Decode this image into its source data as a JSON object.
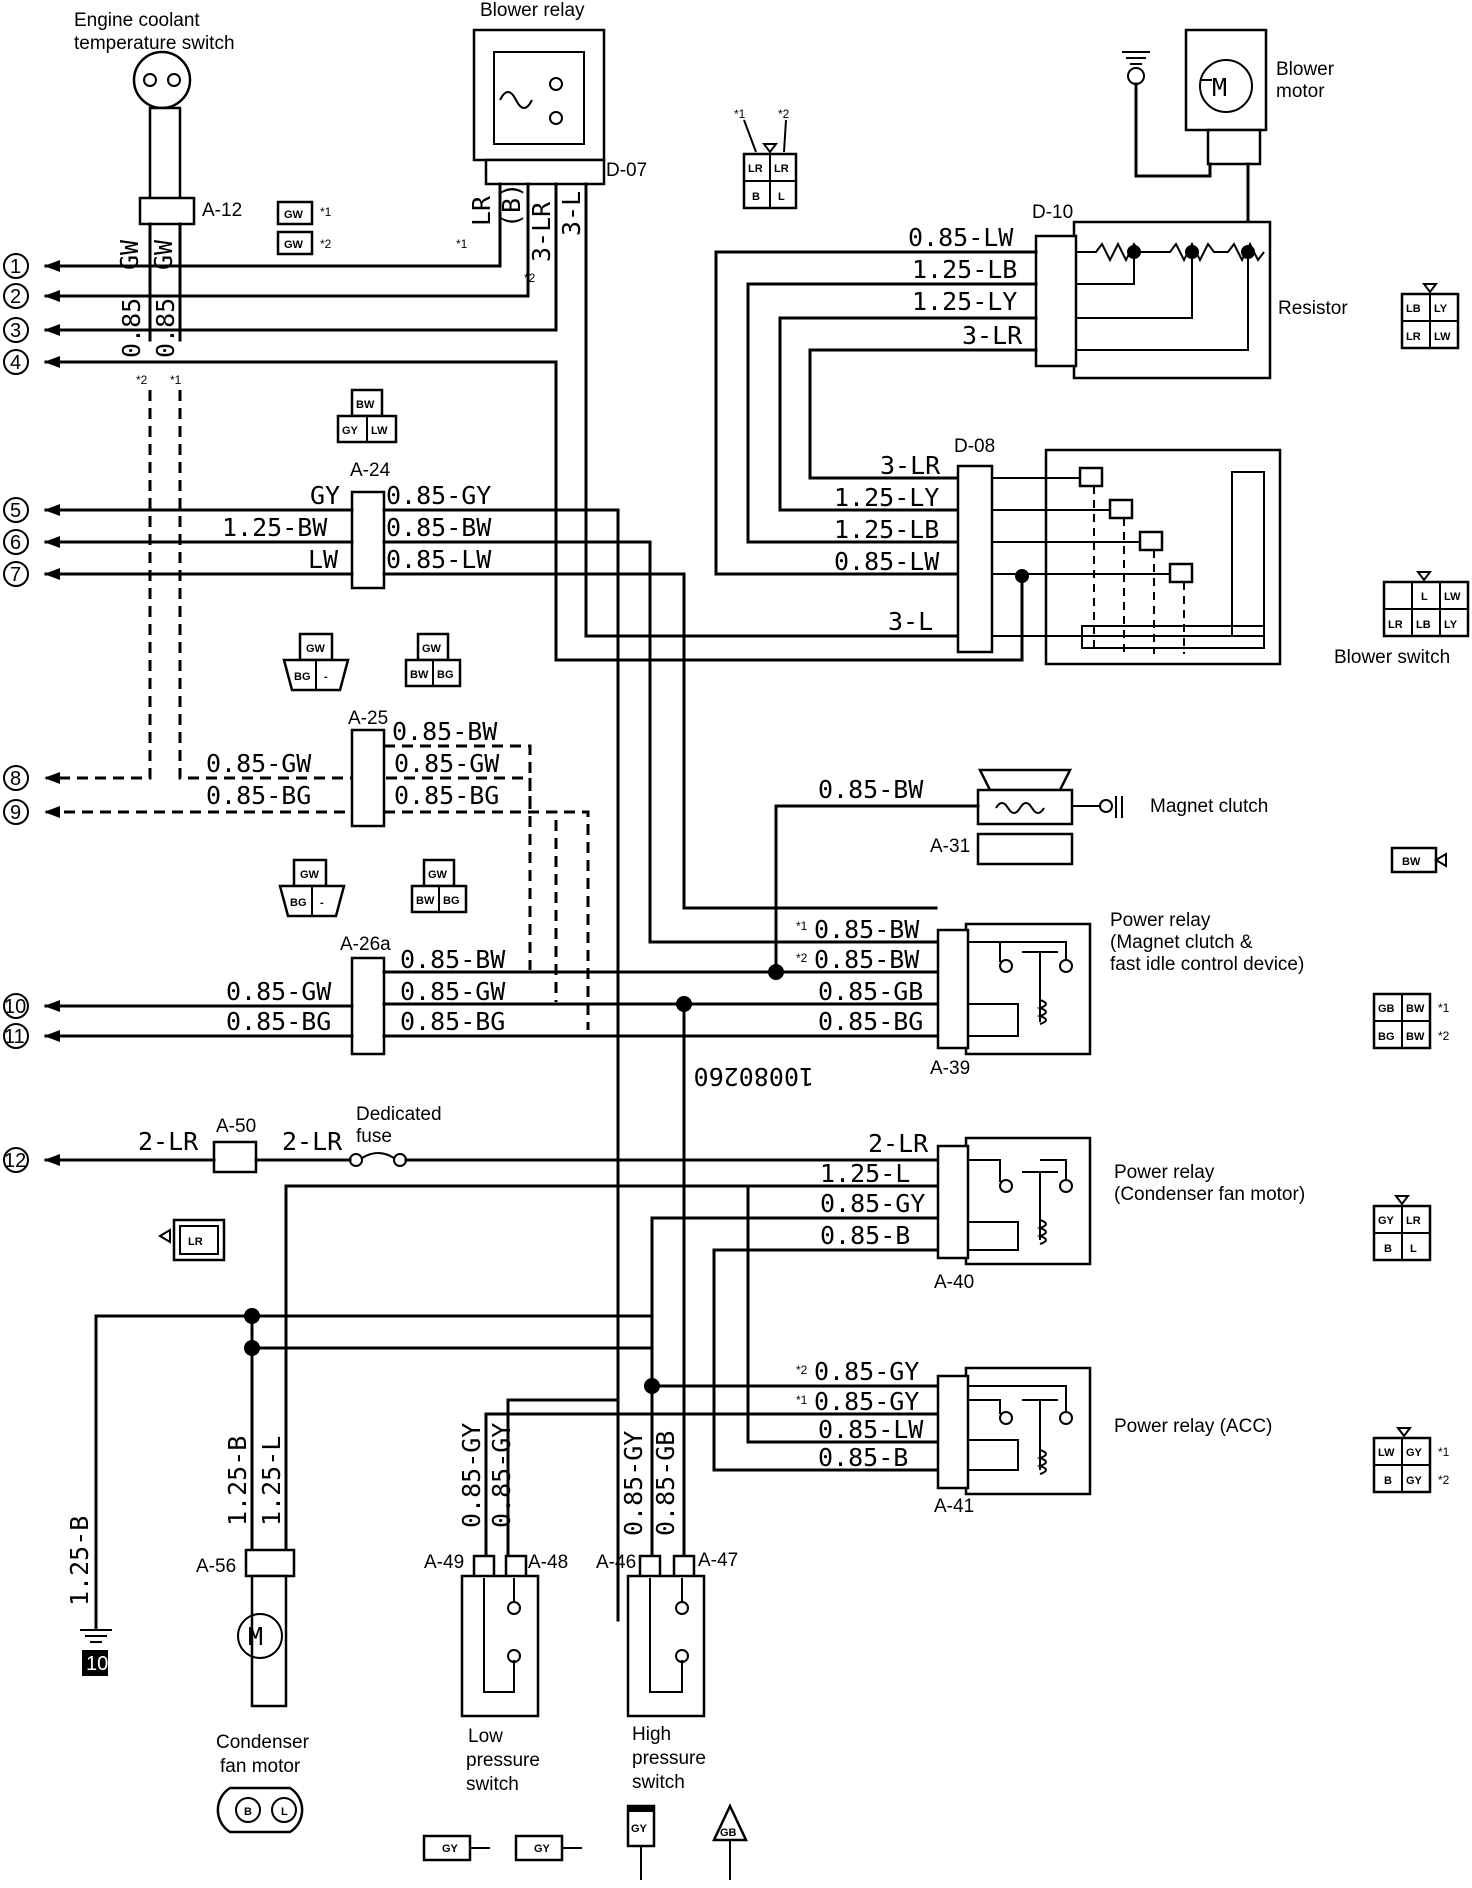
{
  "components": {
    "ect_switch": "Engine coolant temperature switch",
    "blower_relay": "Blower relay",
    "blower_motor": "Blower motor",
    "resistor": "Resistor",
    "blower_switch": "Blower switch",
    "magnet_clutch": "Magnet clutch",
    "power_relay_mc": "Power relay (Magnet clutch & fast idle control device)",
    "power_relay_cfm": "Power relay (Condenser fan motor)",
    "power_relay_acc": "Power relay (ACC)",
    "dedicated_fuse": "Dedicated fuse",
    "condenser_fan_motor": "Condenser fan motor",
    "low_pressure_switch": "Low pressure switch",
    "high_pressure_switch": "High pressure switch"
  },
  "connectors": [
    "A-12",
    "D-07",
    "D-10",
    "D-08",
    "A-24",
    "A-25",
    "A-26a",
    "A-31",
    "A-39",
    "A-40",
    "A-41",
    "A-50",
    "A-56",
    "A-49",
    "A-48",
    "A-46",
    "A-47"
  ],
  "wires": {
    "gw1": "GW",
    "gw2": "GW",
    "v085_2": "0.85",
    "v085_1": "0.85",
    "d07_lr": "LR",
    "d07_b": "(B)",
    "d07_3lr": "3-LR",
    "d07_3l": "3-L",
    "d10_1": "0.85-LW",
    "d10_2": "1.25-LB",
    "d10_3": "1.25-LY",
    "d10_4": "3-LR",
    "d08_1": "3-LR",
    "d08_2": "1.25-LY",
    "d08_3": "1.25-LB",
    "d08_4": "0.85-LW",
    "d08_5": "3-L",
    "a24_l1": "GY",
    "a24_l2": "1.25-BW",
    "a24_l3": "LW",
    "a24_r1": "0.85-GY",
    "a24_r2": "0.85-BW",
    "a24_r3": "0.85-LW",
    "a25_r1": "0.85-BW",
    "a25_r2": "0.85-GW",
    "a25_r3": "0.85-BG",
    "a25_l2": "0.85-GW",
    "a25_l3": "0.85-BG",
    "a31": "0.85-BW",
    "a26_l1": "0.85-GW",
    "a26_l2": "0.85-BG",
    "a26_r1": "0.85-BW",
    "a26_r2": "0.85-GW",
    "a26_r3": "0.85-BG",
    "a39_1": "0.85-BW",
    "a39_2": "0.85-BW",
    "a39_3": "0.85-GB",
    "a39_4": "0.85-BG",
    "a50_l": "2-LR",
    "a50_r": "2-LR",
    "a40_1": "2-LR",
    "a40_2": "1.25-L",
    "a40_3": "0.85-GY",
    "a40_4": "0.85-B",
    "a41_1": "0.85-GY",
    "a41_2": "0.85-GY",
    "a41_3": "0.85-LW",
    "a41_4": "0.85-B",
    "gnd_wire": "1.25-B",
    "cfm_b": "1.25-B",
    "cfm_l": "1.25-L",
    "lps_1": "0.85-GY",
    "lps_2": "0.85-GY",
    "hps_1": "0.85-GY",
    "hps_2": "0.85-GB"
  },
  "notes": {
    "s1": "*1",
    "s2": "*2"
  },
  "terminals": [
    "1",
    "2",
    "3",
    "4",
    "5",
    "6",
    "7",
    "8",
    "9",
    "10",
    "11",
    "12"
  ],
  "ground_id": "10",
  "watermark": "10080260",
  "pins": {
    "ect_a": "GW",
    "ect_b": "GW",
    "br_1": "LR",
    "br_2": "LR",
    "br_3": "B",
    "br_4": "L",
    "res_1": "LB",
    "res_2": "LY",
    "res_3": "LR",
    "res_4": "LW",
    "a24_1": "BW",
    "a24_2": "GY",
    "a24_3": "LW",
    "bs_1": "L",
    "bs_2": "LW",
    "bs_3": "LR",
    "bs_4": "LB",
    "bs_5": "LY",
    "a25_a": "GW",
    "a25_b": "BG",
    "a25_c": "-",
    "a25_d": "GW",
    "a25_e": "BW",
    "a25_f": "BG",
    "a26_a": "GW",
    "a26_b": "BG",
    "a26_c": "-",
    "a26_d": "GW",
    "a26_e": "BW",
    "a26_f": "BG",
    "mc": "BW",
    "a39_a": "GB",
    "a39_b": "BW",
    "a39_c": "BG",
    "a39_d": "BW",
    "fuse": "LR",
    "a40_a": "GY",
    "a40_b": "LR",
    "a40_c": "B",
    "a40_d": "L",
    "a41_a": "LW",
    "a41_b": "GY",
    "a41_c": "B",
    "a41_d": "GY",
    "cfm_a": "B",
    "cfm_b": "L",
    "ps_1": "GY",
    "ps_2": "GY",
    "ps_3": "GY",
    "ps_4": "GB"
  }
}
